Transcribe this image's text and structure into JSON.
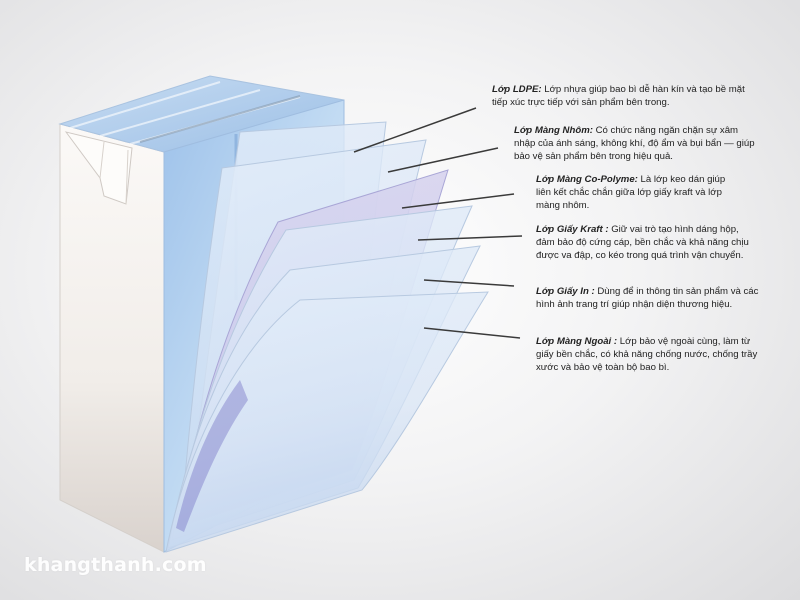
{
  "layers": [
    {
      "title": "Lớp LDPE:",
      "desc": " Lớp nhựa giúp bao bì dễ hàn kín và tạo bề mặt tiếp xúc trực tiếp với sản phẩm bên trong."
    },
    {
      "title": "Lớp Màng Nhôm:",
      "desc": " Có chức năng ngăn chặn sự xâm nhập của ánh sáng, không khí, độ ẩm và bụi bẩn — giúp bảo vệ sản phẩm bên trong hiệu quả."
    },
    {
      "title": "Lớp Màng Co-Polyme:",
      "desc": " Là lớp keo dán giúp liên kết chắc chắn giữa lớp giấy kraft và lớp màng nhôm."
    },
    {
      "title": "Lớp Giấy Kraft :",
      "desc": " Giữ vai trò tạo hình dáng hộp, đảm bảo độ cứng cáp, bền chắc và khả năng chịu được va đập, co kéo trong quá trình vận chuyển."
    },
    {
      "title": "Lớp Giấy In :",
      "desc": " Dùng để in thông tin sản phẩm và các hình ảnh trang trí giúp nhận diện thương hiệu."
    },
    {
      "title": "Lớp Màng Ngoài :",
      "desc": " Lớp bảo vệ ngoài cùng, làm từ giấy bền chắc, có khả năng chống nước, chống trầy xước và bảo vệ toàn bộ bao bì."
    }
  ],
  "watermark": "khangthanh.com",
  "colors": {
    "box_side": "#f4f1ee",
    "box_front": "#a9c9ec",
    "box_top": "#b7d3ef",
    "leader_line": "#3a3a3a",
    "layer_tint_purple": "#7a78c8"
  }
}
